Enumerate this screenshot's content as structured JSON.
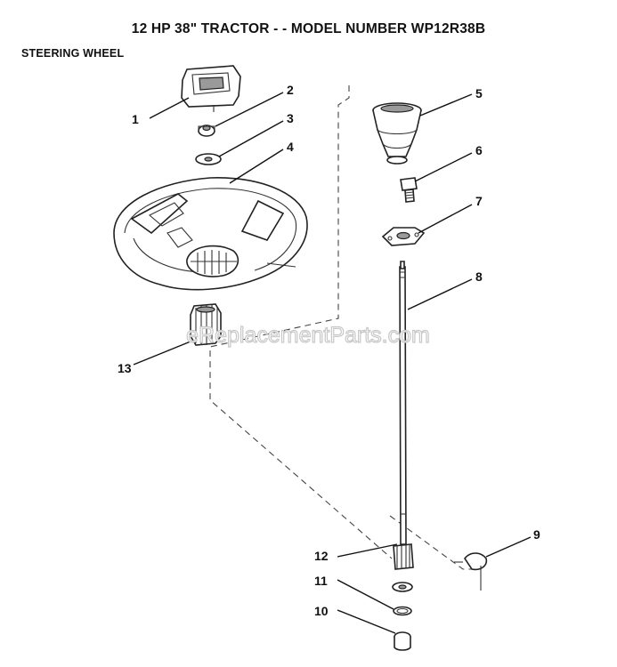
{
  "page_title": "12 HP 38\" TRACTOR - - MODEL NUMBER WP12R38B",
  "section_title": "STEERING WHEEL",
  "watermark": "eReplacementParts.com",
  "callouts": [
    "1",
    "2",
    "3",
    "4",
    "5",
    "6",
    "7",
    "8",
    "9",
    "10",
    "11",
    "12",
    "13"
  ]
}
